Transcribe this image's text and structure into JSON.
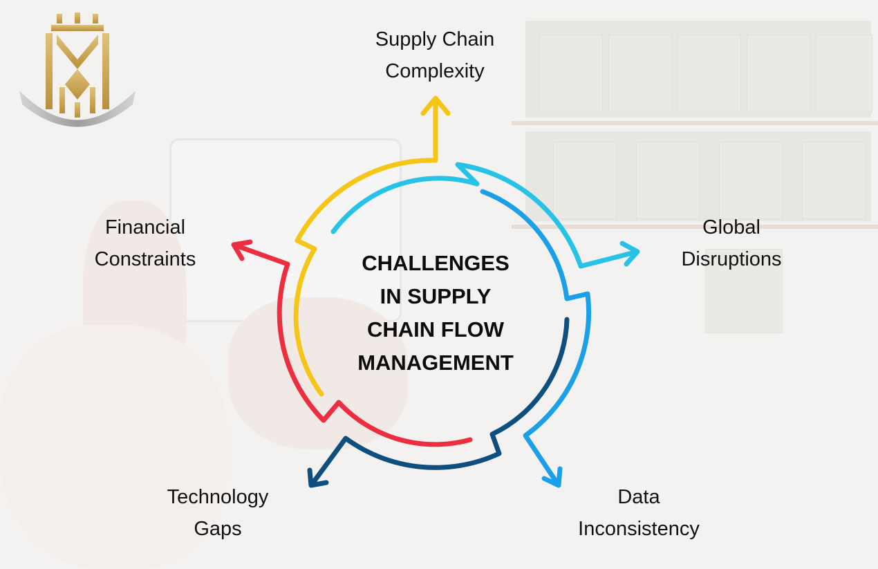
{
  "center": {
    "title_lines": [
      "CHALLENGES",
      "IN SUPPLY",
      "CHAIN FLOW",
      "MANAGEMENT"
    ]
  },
  "challenges": [
    {
      "lines": [
        "Supply Chain",
        "Complexity"
      ],
      "color": "#f5c518"
    },
    {
      "lines": [
        "Global",
        "Disruptions"
      ],
      "color": "#27c3e6"
    },
    {
      "lines": [
        "Data",
        "Inconsistency"
      ],
      "color": "#1aa0e8"
    },
    {
      "lines": [
        "Technology",
        "Gaps"
      ],
      "color": "#0e4f80"
    },
    {
      "lines": [
        "Financial",
        "Constraints"
      ],
      "color": "#ec2e3f"
    }
  ],
  "logo": {
    "icon": "crown-monogram-logo",
    "gold": "#c9a24a",
    "silver": "#9c9c9c"
  }
}
